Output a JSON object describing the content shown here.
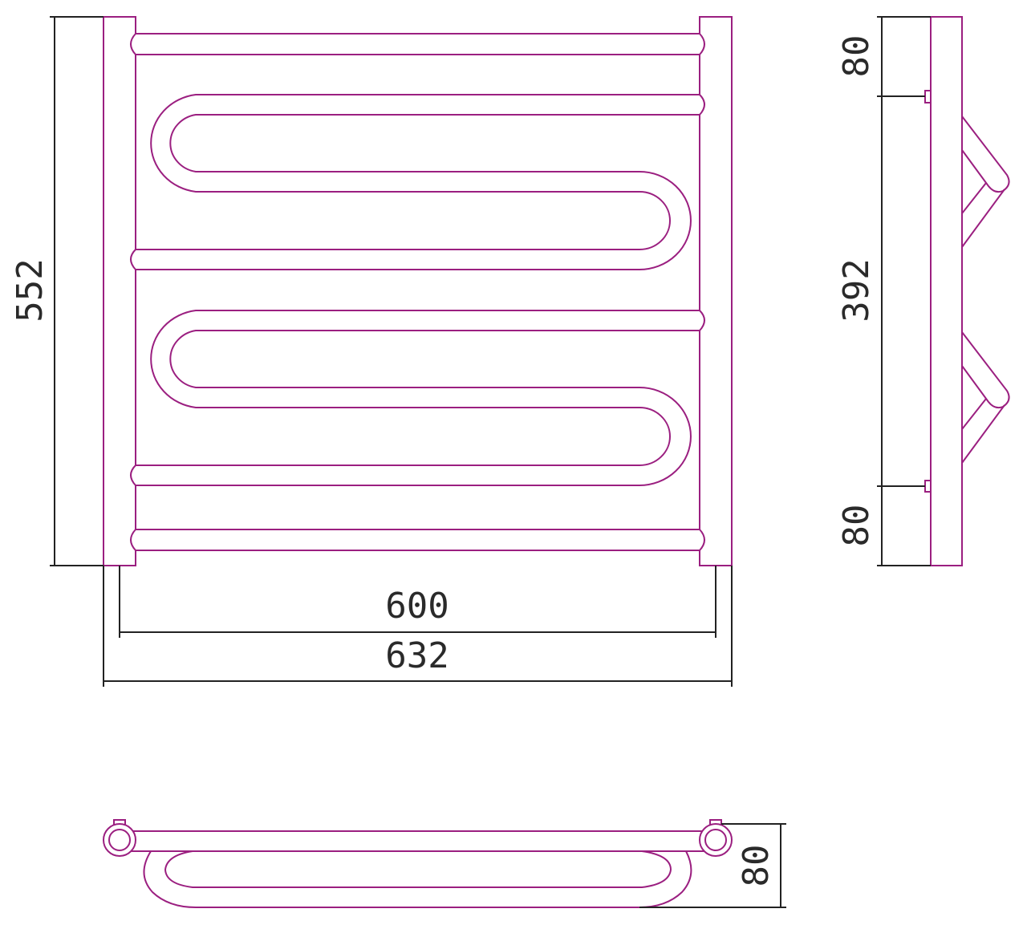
{
  "dimensions": {
    "front_height": "552",
    "front_center_width": "600",
    "front_total_width": "632",
    "side_top": "80",
    "side_middle": "392",
    "side_bottom": "80",
    "top_depth": "80"
  },
  "colors": {
    "outline": "#9b1f80",
    "dimension": "#222222"
  }
}
